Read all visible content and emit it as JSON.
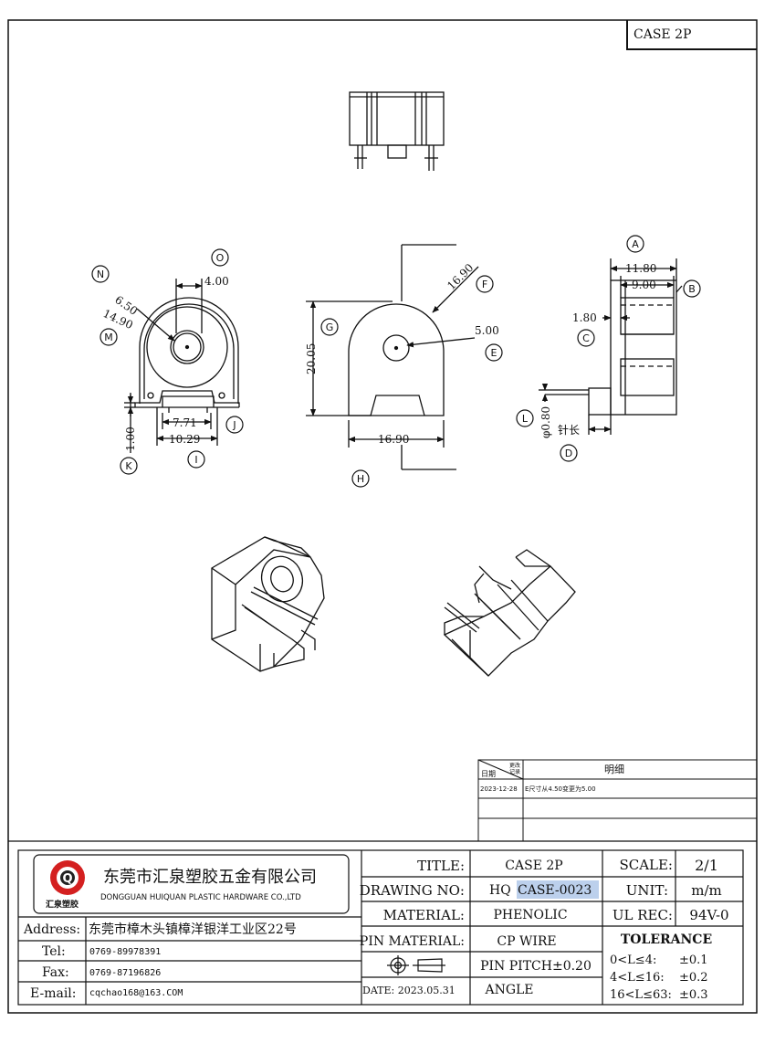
{
  "corner_label": "CASE 2P",
  "labels": {
    "A": "A",
    "B": "B",
    "C": "C",
    "D": "D",
    "E": "E",
    "F": "F",
    "G": "G",
    "H": "H",
    "I": "I",
    "J": "J",
    "K": "K",
    "L": "L",
    "M": "M",
    "N": "N",
    "O": "O"
  },
  "dimensions": {
    "o_top": "4.00",
    "n_ring": "6.50",
    "m_outer": "14.90",
    "j_inner": "7.71",
    "i_width": "10.29",
    "k_height": "1.00",
    "front_width": "16.90",
    "front_height": "20.05",
    "front_radius": "16.90",
    "front_hole": "5.00",
    "side_total": "11.80",
    "side_inner": "9.00",
    "side_wall": "1.80",
    "pin_dia": "φ0.80",
    "pin_len": "针长"
  },
  "revision": {
    "date_header": "日期",
    "rev_header_1": "更改",
    "rev_header_2": "记录",
    "detail_header": "明细",
    "rows": [
      {
        "date": "2023-12-28",
        "detail": "E尺寸从4.50变更为5.00"
      }
    ]
  },
  "company": {
    "name_cn": "东莞市汇泉塑胶五金有限公司",
    "name_en": "DONGGUAN HUIQUAN PLASTIC HARDWARE CO.,LTD",
    "logo_caption": "汇泉塑胶",
    "logo_letter": "Q",
    "address_label": "Address:",
    "address": "东莞市樟木头镇樟洋银洋工业区22号",
    "tel_label": "Tel:",
    "tel": "0769-89978391",
    "fax_label": "Fax:",
    "fax": "0769-87196826",
    "email_label": "E-mail:",
    "email": "cqchao168@163.COM"
  },
  "title_block": {
    "title_label": "TITLE:",
    "title": "CASE 2P",
    "drawing_no_label": "DRAWING NO:",
    "drawing_no_prefix": "HQ",
    "drawing_no": "CASE-0023",
    "material_label": "MATERIAL:",
    "material": "PHENOLIC",
    "pin_material_label": "PIN MATERIAL:",
    "pin_material": "CP WIRE",
    "date": "DATE: 2023.05.31",
    "pin_pitch": "PIN PITCH±0.20",
    "angle": "ANGLE",
    "scale_label": "SCALE:",
    "scale": "2/1",
    "unit_label": "UNIT:",
    "unit": "m/m",
    "ul_rec_label": "UL REC:",
    "ul_rec": "94V-0",
    "tolerance_label": "TOLERANCE",
    "tol_1": "0<L≤4:",
    "tol_1_val": "±0.1",
    "tol_2": "4<L≤16:",
    "tol_2_val": "±0.2",
    "tol_3": "16<L≤63:",
    "tol_3_val": "±0.3"
  },
  "colors": {
    "line": "#111111",
    "highlight": "#bcd0ec",
    "logo_red": "#d42020"
  }
}
